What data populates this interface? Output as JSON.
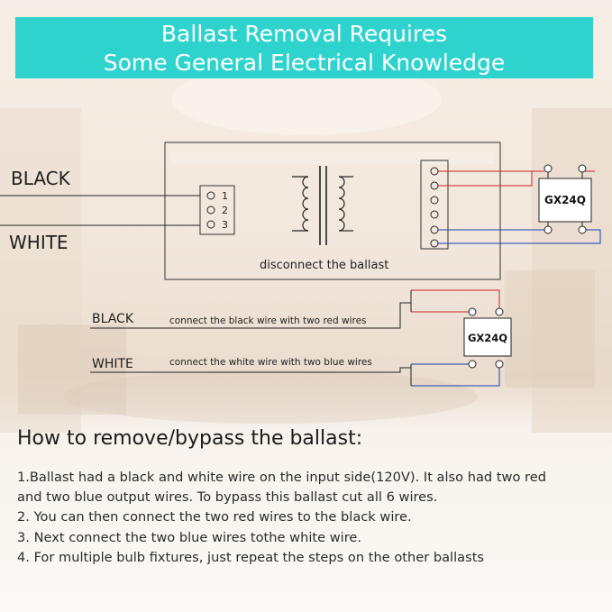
{
  "banner": {
    "line1": "Ballast Removal Requires",
    "line2": "Some General Electrical Knowledge",
    "color": "#2fd3cd"
  },
  "diagram": {
    "input_labels": {
      "black": "BLACK",
      "white": "WHITE"
    },
    "terminal_numbers": [
      "1",
      "2",
      "3"
    ],
    "ballast_caption": "disconnect the ballast",
    "socket_label": "GX24Q",
    "bypass": {
      "black_label": "BLACK",
      "white_label": "WHITE",
      "black_note": "connect the black wire with  two red wires",
      "white_note": "connect the white wire with  two blue wires"
    },
    "wire_colors": {
      "red": "#d0202a",
      "blue": "#1a3fb0",
      "black": "#222222"
    }
  },
  "instructions": {
    "heading": "How to remove/bypass the ballast:",
    "steps": [
      "1.Ballast had a black and white wire on the input side(120V). It also had two red",
      "and two blue output wires. To bypass this ballast cut all 6 wires.",
      "2. You can then connect the two red wires to the black wire.",
      "3. Next connect the two blue wires tothe white wire.",
      "4. For multiple bulb fixtures, just repeat the steps on the other ballasts"
    ]
  }
}
